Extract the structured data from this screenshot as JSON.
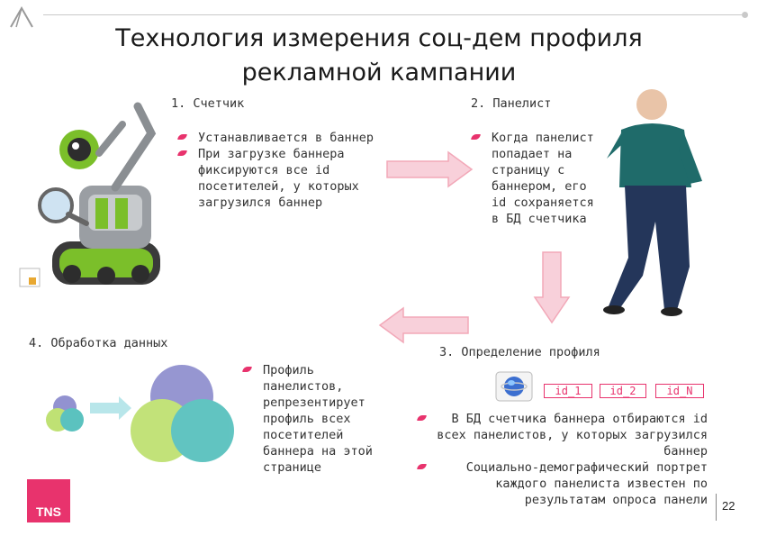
{
  "slide": {
    "title_line1": "Технология измерения соц-дем профиля",
    "title_line2": "рекламной кампании",
    "page_number": "22",
    "logo_text": "TNS"
  },
  "step1": {
    "heading": "1. Счетчик",
    "bullets": [
      "Устанавливается в баннер",
      "При загрузке баннера фиксируются все id посетителей, у которых загрузился баннер"
    ]
  },
  "step2": {
    "heading": "2. Панелист",
    "bullet": "Когда панелист попадает на страницу с баннером, его id сохраняется в БД счетчика"
  },
  "step3": {
    "heading": "3. Определение профиля",
    "ids": [
      "id_1",
      "id_2",
      "id_N"
    ],
    "bullets": [
      "В БД счетчика баннера отбираются id всех панелистов, у которых загрузился баннер",
      "Социально-демографический портрет каждого панелиста известен по результатам опроса панели"
    ]
  },
  "step4": {
    "heading": "4. Обработка данных",
    "bullet": "Профиль панелистов, репрезентирует профиль всех посетителей баннера на этой странице"
  },
  "colors": {
    "accent": "#e8336d",
    "arrow": "#f2a8b8",
    "venn_purple": "#7f7fc8",
    "venn_green": "#b5dc5c",
    "venn_teal": "#3fb8b4"
  }
}
